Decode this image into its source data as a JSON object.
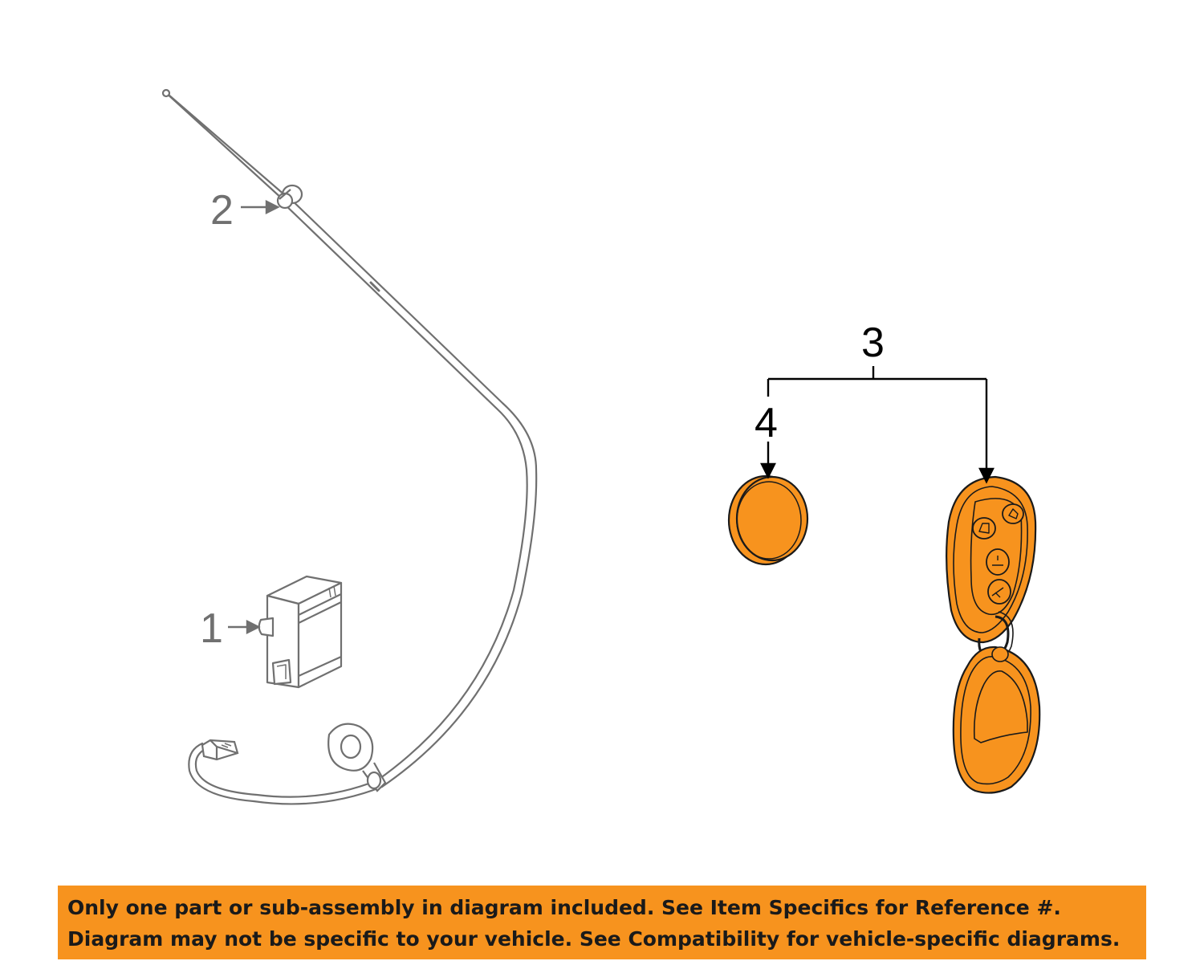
{
  "callouts": {
    "c1": "1",
    "c2": "2",
    "c3": "3",
    "c4": "4"
  },
  "colors": {
    "highlight": "#f7931e",
    "line_gray": "#707070",
    "line_dark": "#1a1a1a",
    "banner": "#f7931e"
  },
  "disclaimer": {
    "line1": "Only one part or sub-assembly in diagram included. See Item Specifics for Reference #.",
    "line2": "Diagram may not be specific to your vehicle. See Compatibility for vehicle-specific diagrams."
  }
}
